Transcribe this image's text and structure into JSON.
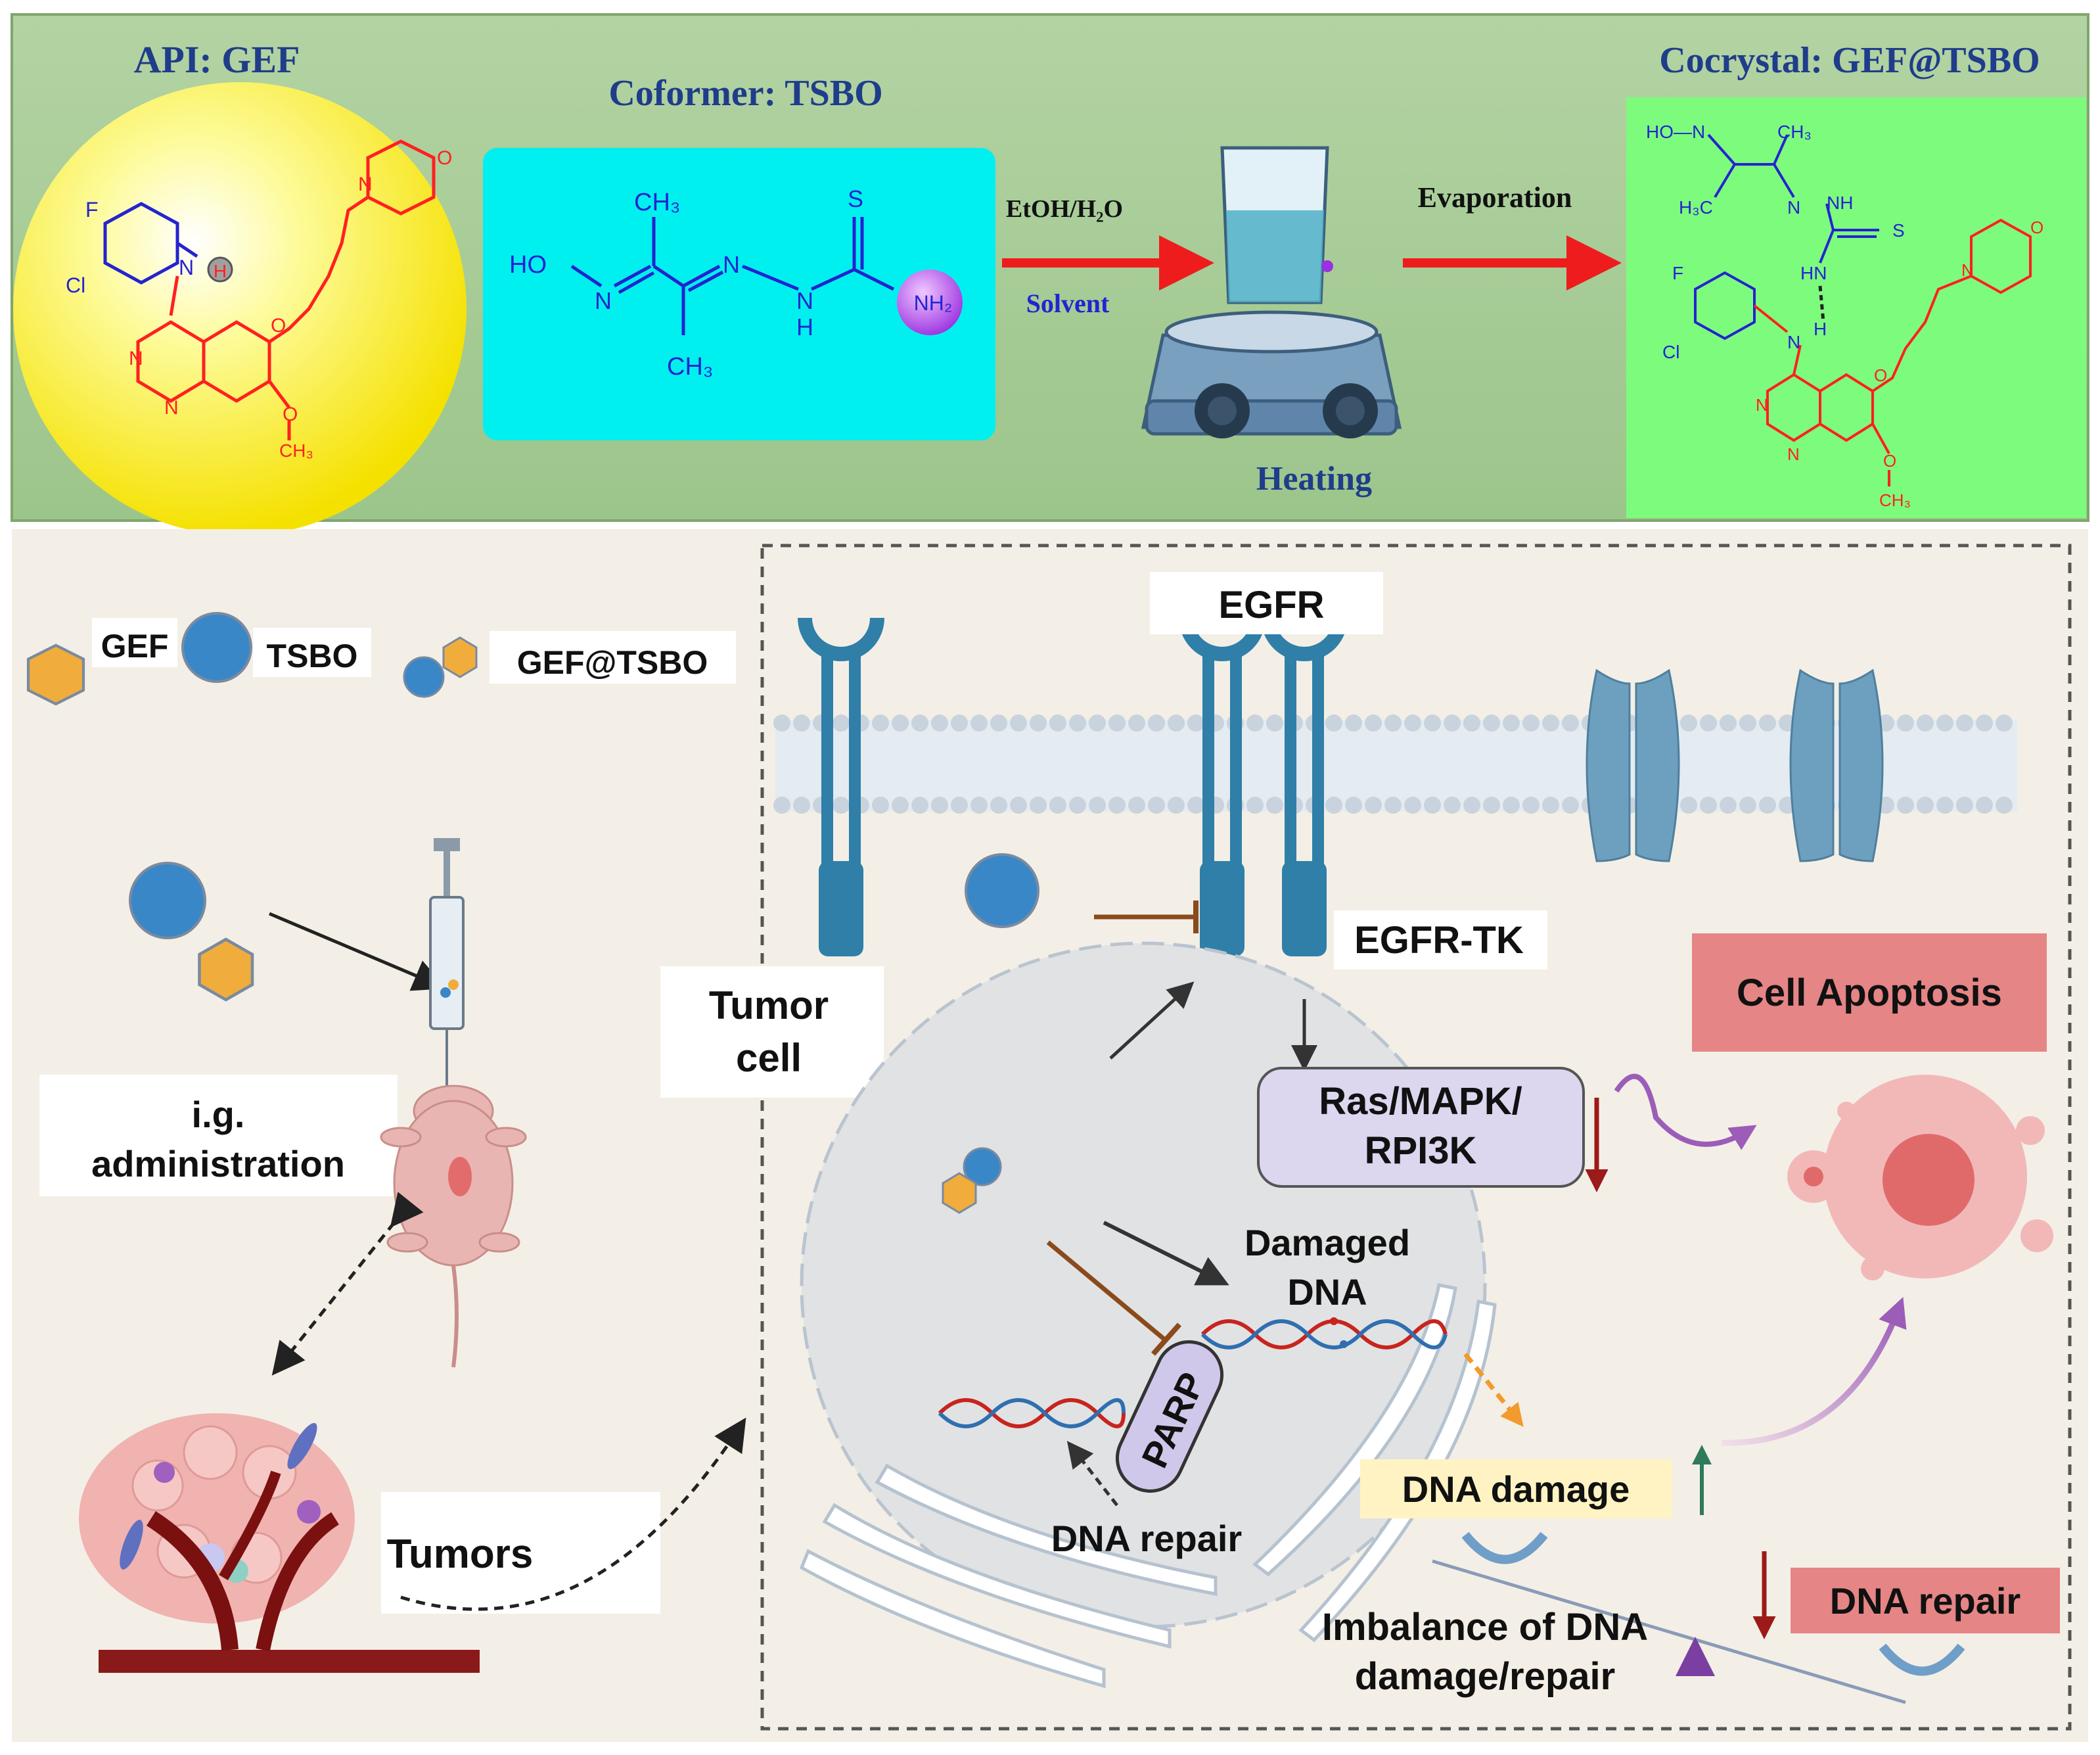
{
  "synthesis": {
    "api_title": "API: GEF",
    "coformer_title": "Coformer: TSBO",
    "cocrystal_title": "Cocrystal: GEF@TSBO",
    "solvent_formula": "EtOH/H₂O",
    "solvent_label": "Solvent",
    "evaporation_label": "Evaporation",
    "heating_label": "Heating"
  },
  "atoms": {
    "F": "F",
    "Cl": "Cl",
    "N": "N",
    "H": "H",
    "O": "O",
    "S": "S",
    "HO": "HO",
    "CH3": "CH₃",
    "H3C": "H₃C",
    "NH2": "NH₂",
    "NH": "NH",
    "HN": "HN",
    "HON": "HO—N",
    "methoxy": "O"
  },
  "legend": {
    "gef": "GEF",
    "tsbo": "TSBO",
    "cocrystal": "GEF@TSBO"
  },
  "mechanism": {
    "administration": "i.g.\nadministration",
    "administration_line1": "i.g.",
    "administration_line2": "administration",
    "tumors": "Tumors",
    "tumor_cell_line1": "Tumor",
    "tumor_cell_line2": "cell",
    "egfr": "EGFR",
    "egfr_tk": "EGFR-TK",
    "pathway_line1": "Ras/MAPK/",
    "pathway_line2": "RPI3K",
    "cell_apoptosis": "Cell Apoptosis",
    "damaged_dna_line1": "Damaged",
    "damaged_dna_line2": "DNA",
    "parp": "PARP",
    "dna_repair_inner": "DNA repair",
    "dna_damage": "DNA damage",
    "dna_repair_box": "DNA repair",
    "imbalance_line1": "Imbalance of DNA",
    "imbalance_line2": "damage/repair"
  },
  "colors": {
    "top_panel_bg": "#a9cc98",
    "bottom_panel_bg": "#f3efe6",
    "gef_orange": "#f0ad3c",
    "tsbo_blue": "#3a87c8",
    "egfr_blue": "#2f7fa8",
    "apoptosis_pink": "#e58585",
    "dna_damage_yellow": "#fff3c4",
    "pathway_purple": "#dcd6ef",
    "arrow_red": "#ee1c1c",
    "coformer_cyan": "#00f0f0",
    "cocrystal_green": "#7dfb7d"
  }
}
